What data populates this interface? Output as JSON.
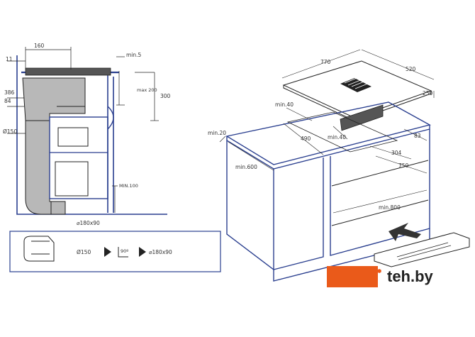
{
  "colors": {
    "outline": "#2a3f8f",
    "line": "#222222",
    "fill_gray": "#b8b8b8",
    "brand": "#ea5a1a"
  },
  "left_diagram": {
    "dims": {
      "d160": "160",
      "d11": "11",
      "min5": "min.5",
      "d386": "386",
      "d84": "84",
      "max200": "max 200",
      "d300": "300",
      "d150": "Ø150",
      "min100": "MIN.100",
      "duct": "⌀180x90"
    },
    "legend": {
      "round": "Ø150",
      "angle": "90º",
      "rect": "⌀180x90"
    }
  },
  "right_diagram": {
    "dims": {
      "d770": "770",
      "d520": "520",
      "d250": "250",
      "min40a": "min.40",
      "min20": "min.20",
      "d490": "490",
      "min40b": "min.40",
      "d83": "83",
      "d304": "304",
      "d750": "750",
      "min600": "min.600",
      "min800": "min.800"
    }
  },
  "watermark": {
    "text": "teh.by",
    "icon": "hexagon-logo-icon"
  }
}
